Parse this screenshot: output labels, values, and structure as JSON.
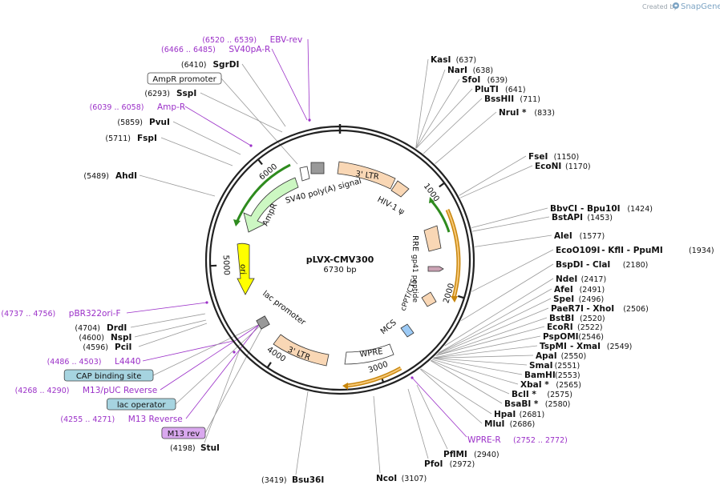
{
  "header": {
    "credit_text": "Created by",
    "brand_name": "SnapGene"
  },
  "plasmid": {
    "name": "pLVX-CMV300",
    "size_text": "6730 bp",
    "length_bp": 6730
  },
  "colors": {
    "backbone": "#222222",
    "label_line": "#999999",
    "primer_label": "#9b30c8",
    "enzyme_label": "#111111",
    "ltr_fill": "#f9d7b5",
    "ampr_fill": "#ccf7c2",
    "ori_fill": "#ffff00",
    "rre_fill": "#f9d7b5",
    "cppt_fill": "#f9d7b5",
    "gp41_fill": "#cba3b4",
    "mcs_fill": "#9ccaf5",
    "sv40_fill": "#ffffff",
    "promoter_fill": "#999999",
    "primer_arrow": "#2e8b1e",
    "primer_arrow_orange": "#c8860c",
    "cap_box_fill": "#a6d4e0",
    "lacop_box_fill": "#a6d4e0",
    "m13rev_box_fill": "#d9a8ee"
  },
  "ruler_ticks": [
    {
      "label": "1000",
      "bp": 1000
    },
    {
      "label": "2000",
      "bp": 2000
    },
    {
      "label": "3000",
      "bp": 3000
    },
    {
      "label": "4000",
      "bp": 4000
    },
    {
      "label": "5000",
      "bp": 5000
    },
    {
      "label": "6000",
      "bp": 6000
    }
  ],
  "enzymes_right": [
    {
      "name": "KasI",
      "pos": "(637)",
      "bp": 637
    },
    {
      "name": "NarI",
      "pos": "(638)",
      "bp": 638
    },
    {
      "name": "SfoI",
      "pos": "(639)",
      "bp": 639
    },
    {
      "name": "PluTI",
      "pos": "(641)",
      "bp": 641
    },
    {
      "name": "BssHII",
      "pos": "(711)",
      "bp": 711
    },
    {
      "name": "NruI *",
      "pos": "(833)",
      "bp": 833
    },
    {
      "name": "FseI",
      "pos": "(1150)",
      "bp": 1150
    },
    {
      "name": "EcoNI",
      "pos": "(1170)",
      "bp": 1170
    },
    {
      "name": "BbvCI",
      "extra": "- Bpu10I",
      "pos": "(1424)",
      "bp": 1424
    },
    {
      "name": "BstAPI",
      "pos": "(1453)",
      "bp": 1453
    },
    {
      "name": "AleI",
      "pos": "(1577)",
      "bp": 1577
    },
    {
      "name": "EcoO109I",
      "extra": "- KflI   - PpuMI",
      "pos": "(1934)",
      "bp": 1934
    },
    {
      "name": "BspDI",
      "extra": "- ClaI",
      "pos": "(2180)",
      "bp": 2180
    },
    {
      "name": "NdeI",
      "pos": "(2417)",
      "bp": 2417
    },
    {
      "name": "AfeI",
      "pos": "(2491)",
      "bp": 2491
    },
    {
      "name": "SpeI",
      "pos": "(2496)",
      "bp": 2496
    },
    {
      "name": "PaeR7I",
      "extra": "- XhoI",
      "pos": "(2506)",
      "bp": 2506
    },
    {
      "name": "BstBI",
      "pos": "(2520)",
      "bp": 2520
    },
    {
      "name": "EcoRI",
      "pos": "(2522)",
      "bp": 2522
    },
    {
      "name": "PspOMI",
      "pos": "(2546)",
      "bp": 2546
    },
    {
      "name": "TspMI",
      "extra": "- XmaI",
      "pos": "(2549)",
      "bp": 2549
    },
    {
      "name": "ApaI",
      "pos": "(2550)",
      "bp": 2550
    },
    {
      "name": "SmaI",
      "pos": "(2551)",
      "bp": 2551
    },
    {
      "name": "BamHI",
      "pos": "(2553)",
      "bp": 2553
    },
    {
      "name": "XbaI *",
      "pos": "(2565)",
      "bp": 2565
    },
    {
      "name": "BclI *",
      "pos": "(2575)",
      "bp": 2575
    },
    {
      "name": "BsaBI *",
      "pos": "(2580)",
      "bp": 2580
    },
    {
      "name": "HpaI",
      "pos": "(2681)",
      "bp": 2681
    },
    {
      "name": "MluI",
      "pos": "(2686)",
      "bp": 2686
    }
  ],
  "primer_wpre_r": {
    "name": "WPRE-R",
    "pos": "(2752 .. 2772)"
  },
  "enzymes_bottom": [
    {
      "name": "PflMI",
      "pos": "(2940)"
    },
    {
      "name": "PfoI",
      "pos": "(2972)"
    },
    {
      "name": "NcoI",
      "pos": "(3107)"
    },
    {
      "name": "Bsu36I",
      "pos": "(3419)"
    },
    {
      "name": "StuI",
      "pos": "(4198)"
    }
  ],
  "left_labels": [
    {
      "kind": "primer",
      "name": "EBV-rev",
      "pos": "(6520 .. 6539)"
    },
    {
      "kind": "primer",
      "name": "SV40pA-R",
      "pos": "(6466 .. 6485)"
    },
    {
      "kind": "enzyme",
      "name": "SgrDI",
      "pos": "(6410)"
    },
    {
      "kind": "box",
      "name": "AmpR promoter"
    },
    {
      "kind": "enzyme",
      "name": "SspI",
      "pos": "(6293)"
    },
    {
      "kind": "primer",
      "name": "Amp-R",
      "pos": "(6039 .. 6058)"
    },
    {
      "kind": "enzyme",
      "name": "PvuI",
      "pos": "(5859)"
    },
    {
      "kind": "enzyme",
      "name": "FspI",
      "pos": "(5711)"
    },
    {
      "kind": "enzyme",
      "name": "AhdI",
      "pos": "(5489)"
    },
    {
      "kind": "primer",
      "name": "pBR322ori-F",
      "pos": "(4737 .. 4756)"
    },
    {
      "kind": "enzyme",
      "name": "DrdI",
      "pos": "(4704)"
    },
    {
      "kind": "enzyme",
      "name": "NspI",
      "pos": "(4600)"
    },
    {
      "kind": "enzyme",
      "name": "PciI",
      "pos": "(4596)"
    },
    {
      "kind": "primer",
      "name": "L4440",
      "pos": "(4486 .. 4503)"
    },
    {
      "kind": "box",
      "name": "CAP binding site"
    },
    {
      "kind": "primer",
      "name": "M13/pUC Reverse",
      "pos": "(4268 .. 4290)"
    },
    {
      "kind": "box",
      "name": "lac operator"
    },
    {
      "kind": "primer",
      "name": "M13 Reverse",
      "pos": "(4255 .. 4271)"
    },
    {
      "kind": "box",
      "name": "M13 rev"
    }
  ],
  "features": [
    {
      "name": "3' LTR",
      "kind": "ltr_top"
    },
    {
      "name": "HIV-1 ψ",
      "kind": "psi"
    },
    {
      "name": "RRE",
      "kind": "rre"
    },
    {
      "name": "gp41 peptide",
      "kind": "gp41"
    },
    {
      "name": "cPPT/CTS",
      "kind": "cppt"
    },
    {
      "name": "MCS",
      "kind": "mcs"
    },
    {
      "name": "WPRE",
      "kind": "wpre"
    },
    {
      "name": "3' LTR",
      "kind": "ltr_bottom"
    },
    {
      "name": "lac promoter",
      "kind": "lacp"
    },
    {
      "name": "ori",
      "kind": "ori"
    },
    {
      "name": "AmpR",
      "kind": "ampr"
    },
    {
      "name": "SV40 poly(A) signal",
      "kind": "sv40"
    }
  ]
}
